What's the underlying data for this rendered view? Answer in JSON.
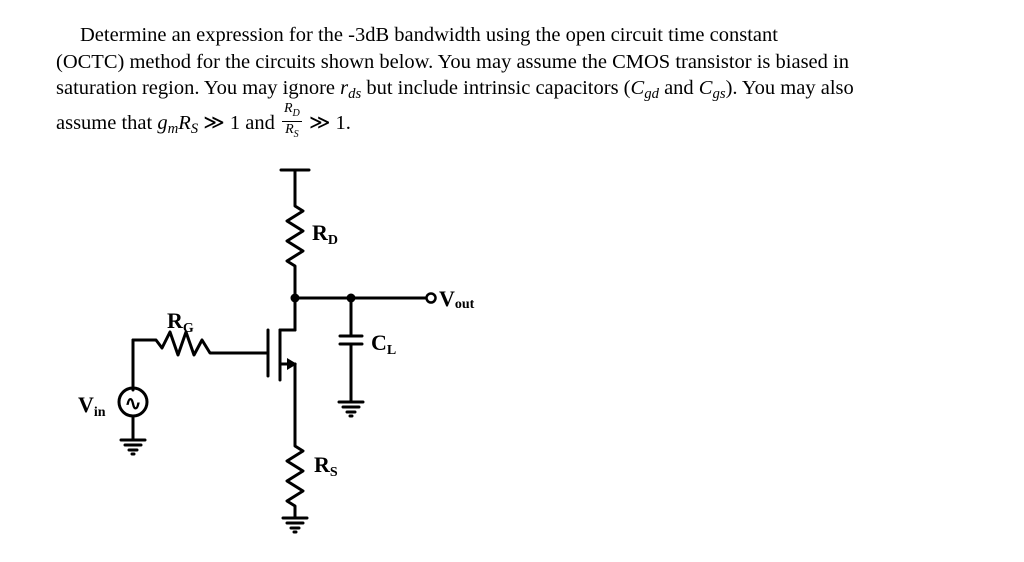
{
  "problem": {
    "line1": "Determine an expression for the -3dB bandwidth using the open circuit time constant",
    "line2": "(OCTC) method for the circuits shown below. You may assume the CMOS transistor is biased in",
    "line3_a": "saturation region. You may ignore ",
    "line3_rds": "r",
    "line3_rds_sub": "ds",
    "line3_b": " but include intrinsic capacitors (",
    "line3_cgd": "C",
    "line3_cgd_sub": "gd",
    "line3_c": " and ",
    "line3_cgs": "C",
    "line3_cgs_sub": "gs",
    "line3_d": "). You may also",
    "line4_a": "assume that ",
    "line4_gm": "g",
    "line4_gm_sub": "m",
    "line4_rs": "R",
    "line4_rs_sub": "S",
    "line4_b": " ≫ 1 and ",
    "frac_num": "R",
    "frac_num_sub": "D",
    "frac_den": "R",
    "frac_den_sub": "S",
    "line4_c": " ≫ 1."
  },
  "circuit": {
    "rd_label": "R",
    "rd_sub": "D",
    "rg_label": "R",
    "rg_sub": "G",
    "cl_label": "C",
    "cl_sub": "L",
    "rs_label": "R",
    "rs_sub": "S",
    "vin_label": "V",
    "vin_sub": "in",
    "vout_label": "V",
    "vout_sub": "out",
    "source_symbol": "∿"
  }
}
